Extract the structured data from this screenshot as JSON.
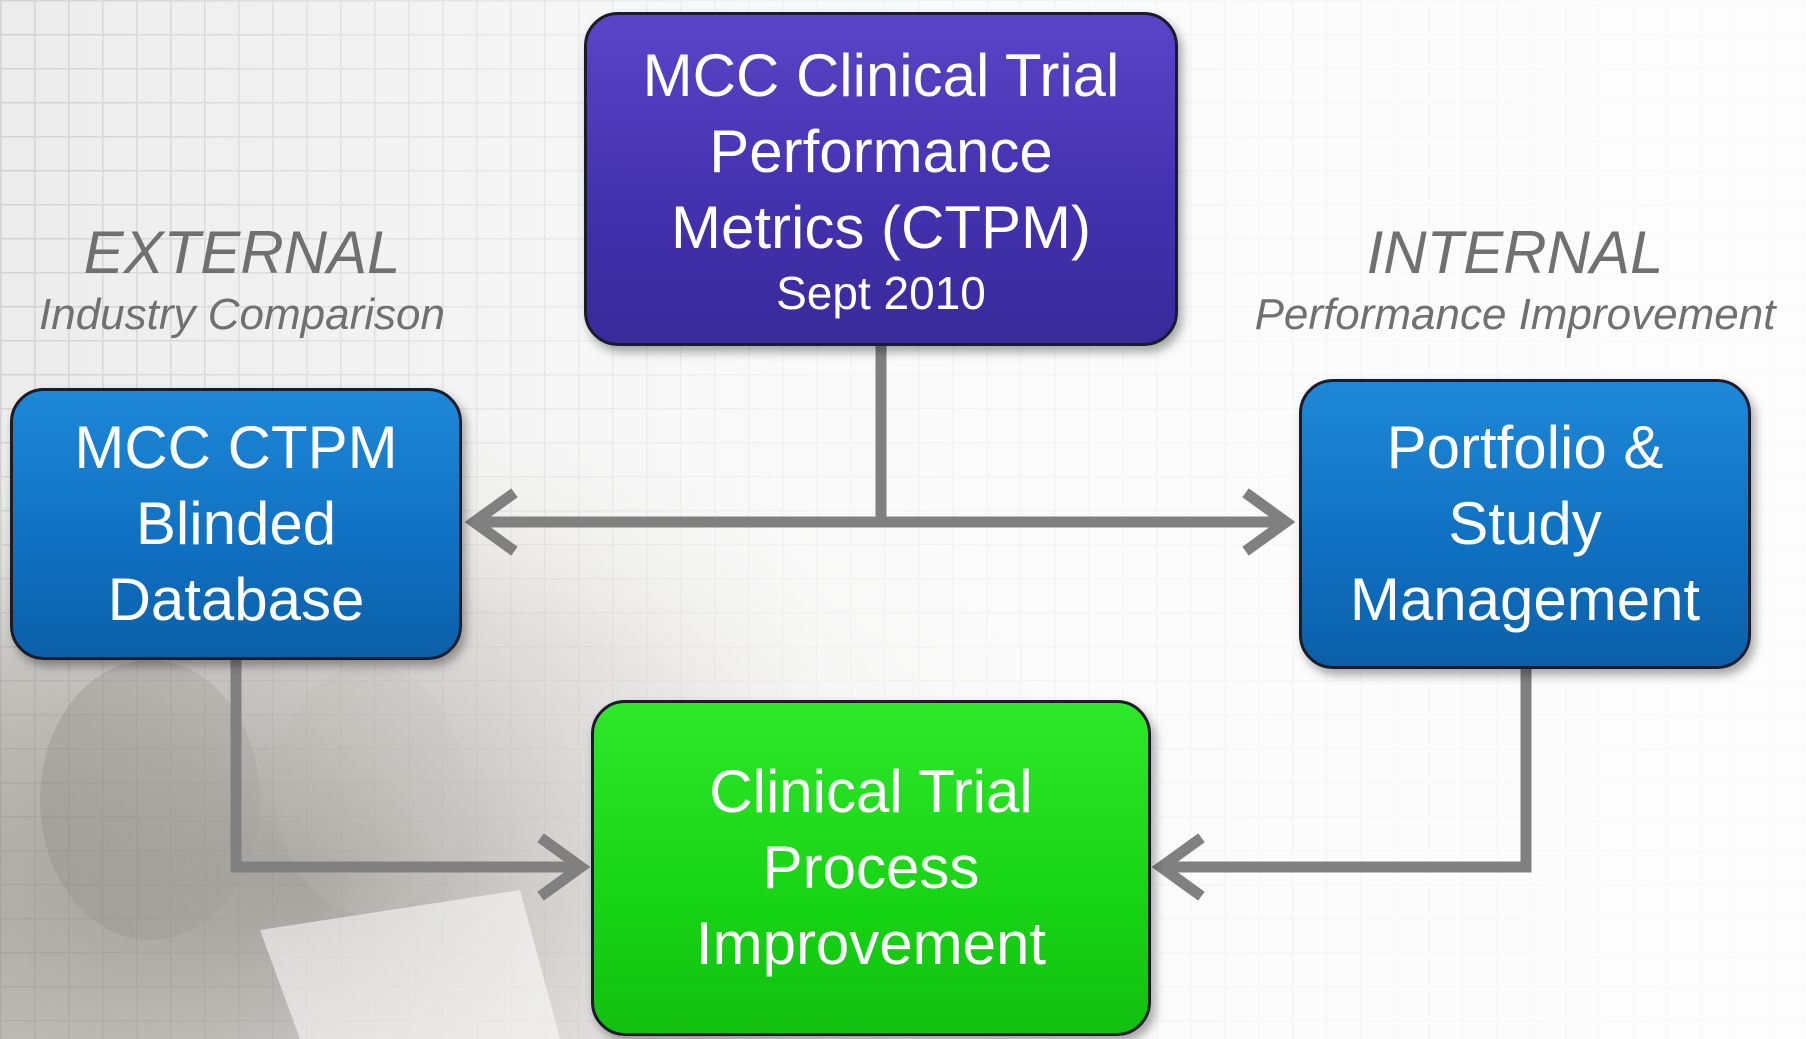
{
  "diagram": {
    "labels": {
      "external": {
        "title": "EXTERNAL",
        "subtitle": "Industry Comparison"
      },
      "internal": {
        "title": "INTERNAL",
        "subtitle": "Performance Improvement"
      }
    },
    "nodes": {
      "top": {
        "text": "MCC Clinical Trial\nPerformance\nMetrics (CTPM)",
        "subtext": "Sept 2010",
        "color": "#4330ad"
      },
      "left": {
        "text": "MCC CTPM\nBlinded\nDatabase",
        "color": "#0f6fc0"
      },
      "right": {
        "text": "Portfolio &\nStudy\nManagement",
        "color": "#0f6fc0"
      },
      "bottom": {
        "text": "Clinical Trial\nProcess\nImprovement",
        "color": "#17d414"
      }
    },
    "connector_color": "#808080"
  }
}
